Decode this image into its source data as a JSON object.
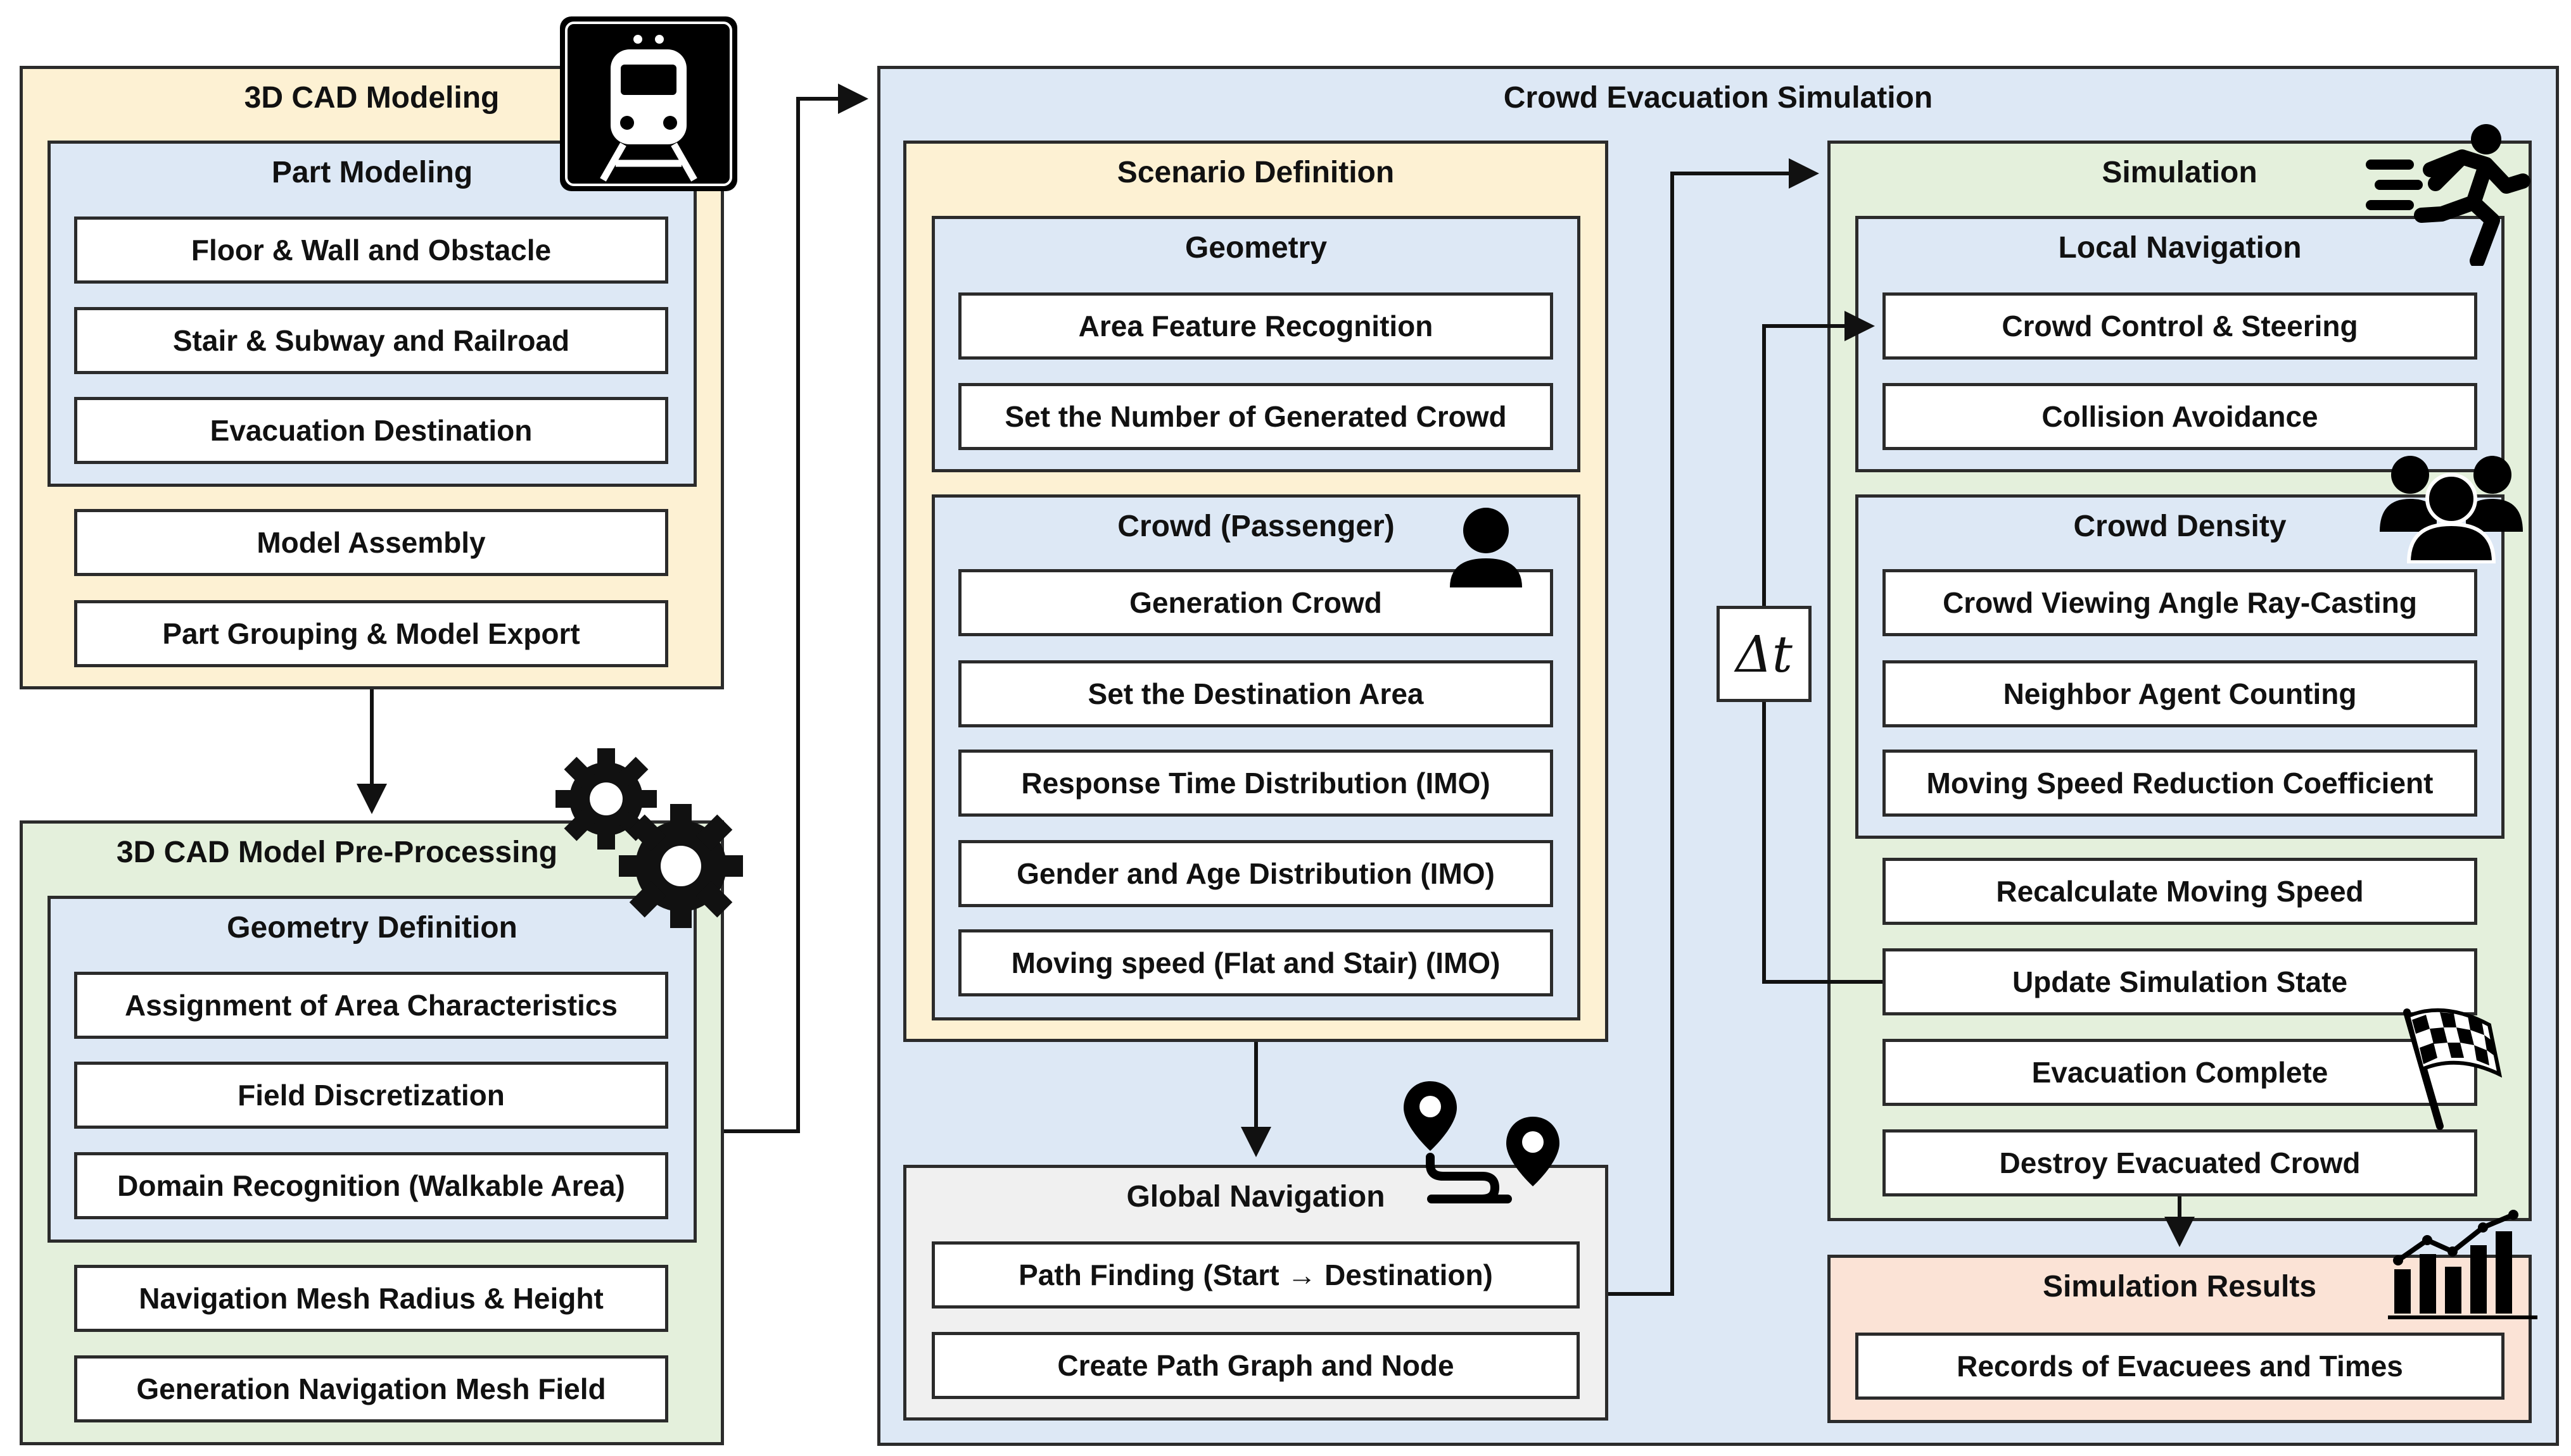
{
  "cad_modeling": {
    "title": "3D CAD Modeling",
    "part_modeling": {
      "title": "Part Modeling",
      "items": [
        "Floor & Wall and Obstacle",
        "Stair & Subway and Railroad",
        "Evacuation Destination"
      ]
    },
    "model_assembly": "Model Assembly",
    "part_grouping": "Part Grouping & Model Export"
  },
  "preprocessing": {
    "title": "3D CAD Model Pre-Processing",
    "geometry_definition": {
      "title": "Geometry Definition",
      "items": [
        "Assignment of Area Characteristics",
        "Field Discretization",
        "Domain Recognition (Walkable Area)"
      ]
    },
    "nav_mesh_radius": "Navigation Mesh Radius & Height",
    "gen_nav_mesh": "Generation Navigation Mesh Field"
  },
  "crowd_sim": {
    "title": "Crowd Evacuation Simulation",
    "scenario": {
      "title": "Scenario Definition",
      "geometry": {
        "title": "Geometry",
        "items": [
          "Area Feature Recognition",
          "Set the Number of Generated Crowd"
        ]
      },
      "crowd": {
        "title": "Crowd (Passenger)",
        "items": [
          "Generation Crowd",
          "Set the Destination Area",
          "Response Time Distribution (IMO)",
          "Gender and Age Distribution (IMO)",
          "Moving speed (Flat and Stair) (IMO)"
        ]
      }
    },
    "global_nav": {
      "title": "Global Navigation",
      "items": [
        "Path Finding (Start → Destination)",
        "Create Path Graph and Node"
      ]
    },
    "delta_t": "Δt",
    "simulation": {
      "title": "Simulation",
      "local_nav": {
        "title": "Local Navigation",
        "items": [
          "Crowd Control & Steering",
          "Collision Avoidance"
        ]
      },
      "density": {
        "title": "Crowd Density",
        "items": [
          "Crowd Viewing Angle Ray-Casting",
          "Neighbor Agent Counting",
          "Moving Speed Reduction Coefficient"
        ]
      },
      "steps": [
        "Recalculate Moving Speed",
        "Update Simulation State",
        "Evacuation Complete",
        "Destroy Evacuated Crowd"
      ]
    },
    "results": {
      "title": "Simulation Results",
      "items": [
        "Records of Evacuees and Times"
      ]
    }
  },
  "colors": {
    "yellow": "#fdf1d3",
    "green": "#e4f0dc",
    "blue": "#dde8f5",
    "gray": "#f0f0f0",
    "salmon": "#fbe3d6"
  },
  "icons": [
    "train-icon",
    "gears-icon",
    "person-icon",
    "route-pins-icon",
    "running-person-icon",
    "group-icon",
    "checkered-flag-icon",
    "bar-chart-icon"
  ]
}
